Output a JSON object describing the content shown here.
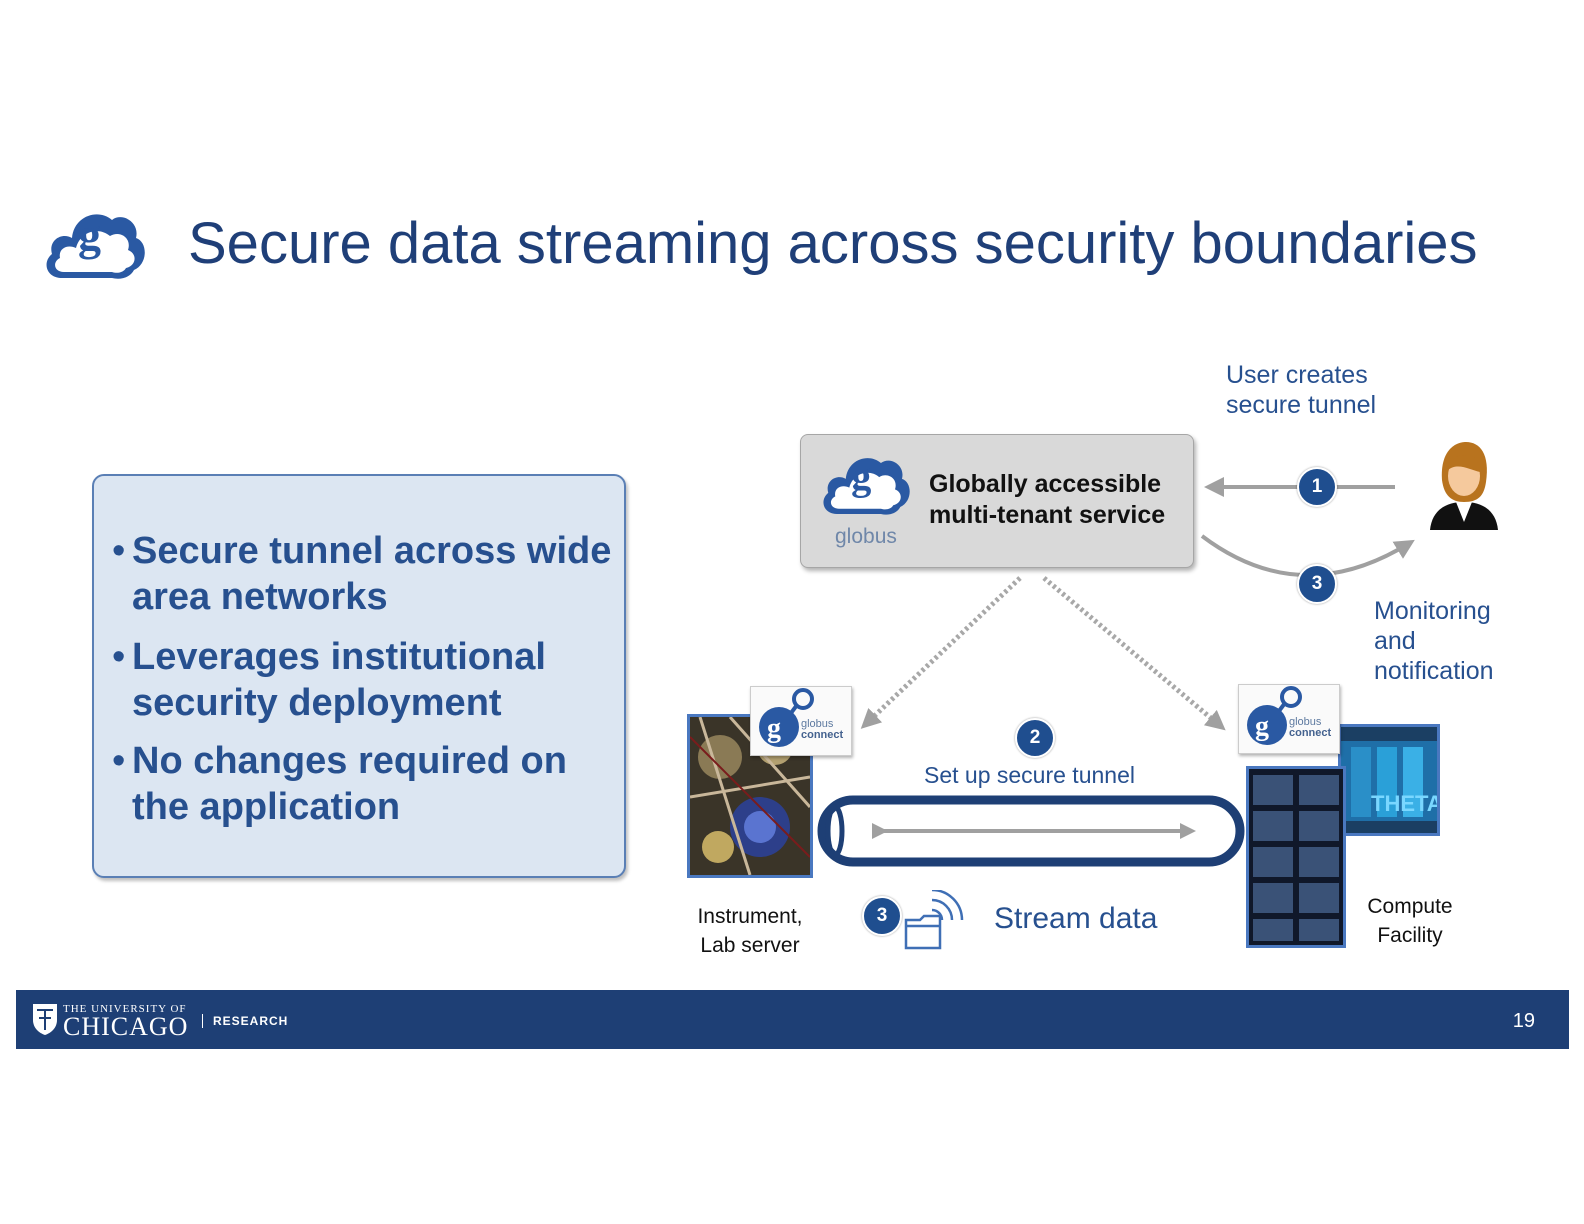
{
  "slide": {
    "title": "Secure data streaming across security boundaries",
    "bullets": [
      "Secure tunnel across wide area networks",
      "Leverages institutional security deployment",
      "No changes required on the application"
    ]
  },
  "diagram": {
    "service_label": "Globally accessible multi-tenant service",
    "service_label_line1": "Globally accessible",
    "service_label_line2": "multi-tenant service",
    "globus_word": "globus",
    "user_creates_line1": "User creates",
    "user_creates_line2": "secure tunnel",
    "monitoring_line1": "Monitoring",
    "monitoring_line2": "and",
    "monitoring_line3": "notification",
    "tunnel_label": "Set up secure tunnel",
    "stream_label": "Stream data",
    "instrument_line1": "Instrument,",
    "instrument_line2": "Lab server",
    "compute_line1": "Compute",
    "compute_line2": "Facility",
    "badges": [
      "1",
      "3",
      "2",
      "3"
    ],
    "gc_line1": "globus",
    "gc_line2": "connect",
    "theta_text": "THETA",
    "colors": {
      "brand": "#1f3f78",
      "accent": "#27508f",
      "box": "#dce6f2",
      "footer": "#1e3f75"
    }
  },
  "footer": {
    "uc_small": "THE UNIVERSITY OF",
    "uc_big": "CHICAGO",
    "research": "RESEARCH",
    "page_number": "19"
  }
}
